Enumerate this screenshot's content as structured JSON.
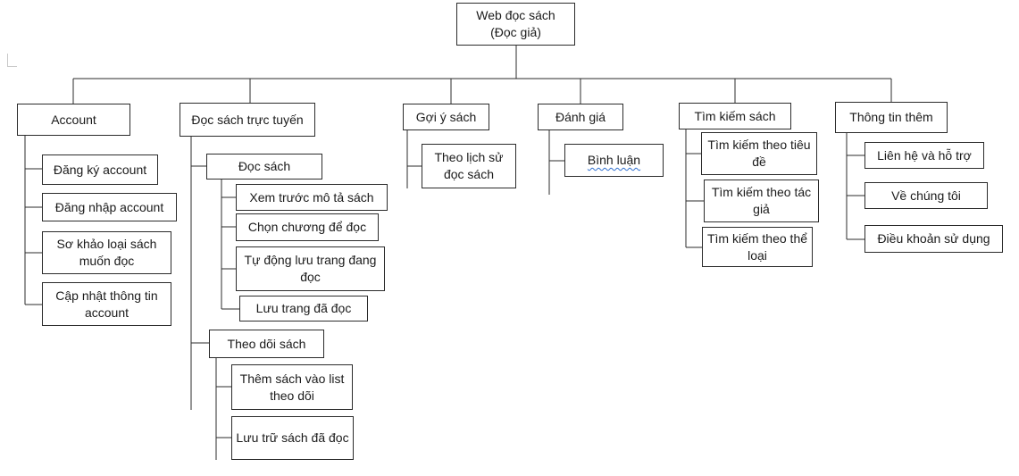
{
  "root": {
    "label": "Web đọc sách\n(Đọc giả)"
  },
  "branches": {
    "account": {
      "label": "Account",
      "items": [
        "Đăng ký account",
        "Đăng nhập account",
        "Sơ khảo loại sách muốn đọc",
        "Cập nhật thông tin account"
      ]
    },
    "online": {
      "label": "Đọc sách trực tuyến",
      "doc_sach": {
        "label": "Đọc sách",
        "items": [
          "Xem trước mô tả sách",
          "Chọn chương để đọc",
          "Tự động lưu trang đang đọc",
          "Lưu trang đã đọc"
        ]
      },
      "theo_doi": {
        "label": "Theo dõi sách",
        "items": [
          "Thêm sách vào list theo dõi",
          "Lưu trữ sách đã đọc"
        ]
      }
    },
    "goi_y": {
      "label": "Gợi ý sách",
      "items": [
        "Theo lịch sử đọc sách"
      ]
    },
    "danh_gia": {
      "label": "Đánh giá",
      "items": [
        "Bình luận"
      ]
    },
    "tim_kiem": {
      "label": "Tìm kiếm sách",
      "items": [
        "Tìm kiếm theo tiêu đề",
        "Tìm kiếm theo tác giả",
        "Tìm kiếm theo thể loại"
      ]
    },
    "thong_tin": {
      "label": "Thông tin thêm",
      "items": [
        "Liên hệ và hỗ trợ",
        "Về chúng tôi",
        "Điều khoản sử dụng"
      ]
    }
  }
}
